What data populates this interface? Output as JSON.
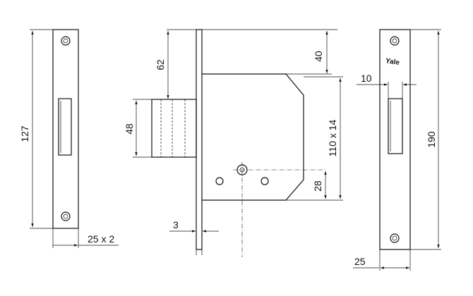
{
  "dimensions": {
    "left_height": "127",
    "left_width": "25 x 2",
    "bolt_offset": "62",
    "bolt_height": "48",
    "plate_thickness": "3",
    "top_offset": "40",
    "body_height": "110 x 14",
    "keyhole_offset": "28",
    "slot_width": "10",
    "right_height": "190",
    "right_width": "25"
  },
  "logo": {
    "text": "Yale"
  }
}
